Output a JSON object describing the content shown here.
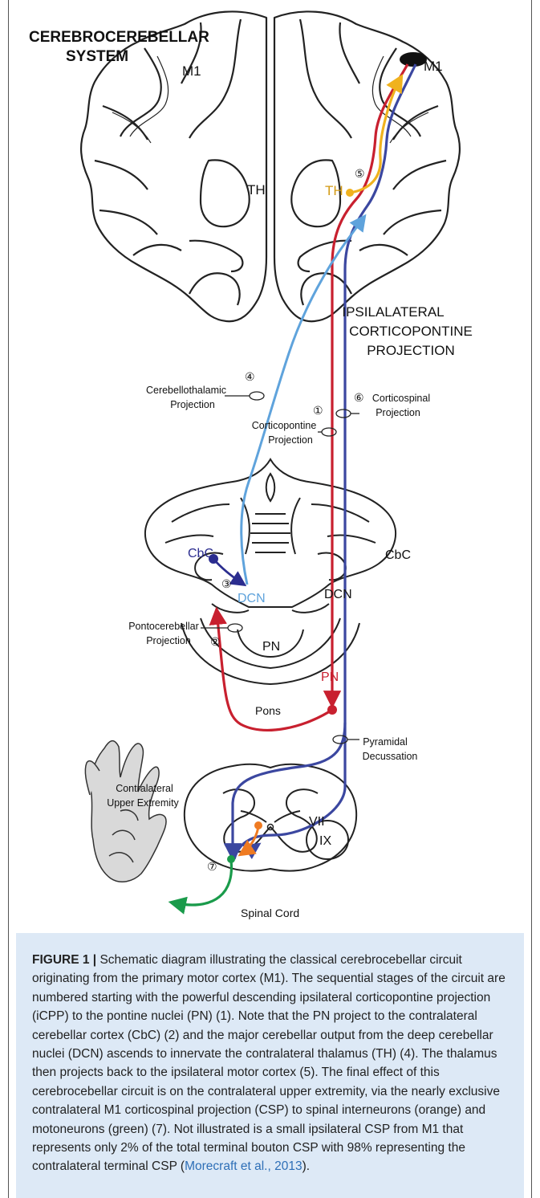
{
  "diagram": {
    "title": "CEREBROCEREBELLAR\nSYSTEM",
    "title_line1": "CEREBROCEREBELLAR",
    "title_line2": "SYSTEM",
    "m1_left": "M1",
    "m1_right": "M1",
    "th_left": "TH",
    "th_right": "TH",
    "step5": "⑤",
    "ipsi_line1": "IPSILALATERAL",
    "ipsi_line2": "CORTICOPONTINE",
    "ipsi_line3": "PROJECTION",
    "step4": "④",
    "cerebellothalamic_line1": "Cerebellothalamic",
    "cerebellothalamic_line2": "Projection",
    "step1": "①",
    "corticopontine_line1": "Corticopontine",
    "corticopontine_line2": "Projection",
    "step6": "⑥",
    "corticospinal_line1": "Corticospinal",
    "corticospinal_line2": "Projection",
    "cbc_left": "CbC",
    "cbc_right": "CbC",
    "step3": "③",
    "dcn_left": "DCN",
    "dcn_right": "DCN",
    "pontocerebellar_line1": "Pontocerebellar",
    "pontocerebellar_line2": "Projection",
    "step2": "②",
    "pn_left": "PN",
    "pn_right": "PN",
    "pons": "Pons",
    "pyramidal_line1": "Pyramidal",
    "pyramidal_line2": "Decussation",
    "upper_ext_line1": "Contralateral",
    "upper_ext_line2": "Upper Extremity",
    "vii": "VII",
    "ix": "IX",
    "step7": "⑦",
    "spinal_cord": "Spinal Cord",
    "colors": {
      "red": "#c8202f",
      "blue_dark": "#3b47a0",
      "blue_light": "#5fa3dc",
      "yellow": "#f0b21e",
      "orange": "#ef7b22",
      "green": "#1a9b4b",
      "navy": "#2b2d8f"
    }
  },
  "caption": {
    "label": "FIGURE 1 |",
    "body": " Schematic diagram illustrating the classical cerebrocebellar circuit originating from the primary motor cortex (M1). The sequential stages of the circuit are numbered starting with the powerful descending ipsilateral corticopontine projection (iCPP) to the pontine nuclei (PN) (1). Note that the PN project to the contralateral cerebellar cortex (CbC) (2) and the major cerebellar output from the deep cerebellar nuclei (DCN) ascends to innervate the contralateral thalamus (TH) (4). The thalamus then projects back to the ipsilateral motor cortex (5). The final effect of this cerebrocebellar circuit is on the contralateral upper extremity, via the nearly exclusive contralateral M1 corticospinal projection (CSP) to spinal interneurons (orange) and motoneurons (green) (7). Not illustrated is a small ipsilateral CSP from M1 that represents only 2% of the total terminal bouton CSP with 98% representing the contralateral terminal CSP (",
    "citation": "Morecraft et al., 2013",
    "end": ")."
  }
}
